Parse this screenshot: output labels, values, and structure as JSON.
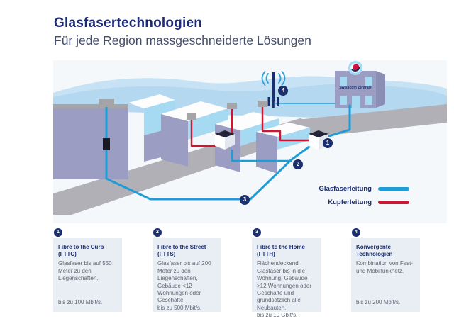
{
  "header": {
    "title": "Glasfasertechnologien",
    "subtitle": "Für jede Region massgeschneiderte Lösungen"
  },
  "diagram": {
    "central_office_label": "Swisscom Zentrale",
    "markers": [
      "1",
      "2",
      "3",
      "4"
    ],
    "legend": {
      "fiber": {
        "label": "Glasfaserleitung",
        "color": "#1f9cd6"
      },
      "copper": {
        "label": "Kupferleitung",
        "color": "#cf1630"
      }
    }
  },
  "colors": {
    "title_navy": "#1c2a78",
    "badge_navy": "#1b2f6e",
    "fiber_blue": "#1f9cd6",
    "copper_red": "#cf1630",
    "building_purple": "#9b9ec2",
    "window_blue": "#a6d9f2",
    "card_background": "#e9eef5"
  },
  "cards": [
    {
      "number": "1",
      "name": "Fibre to the Curb",
      "abbr": "(FTTC)",
      "desc": "Glasfaser bis auf 550 Meter zu den Liegenschaften.",
      "speed": "bis zu 100 Mbit/s."
    },
    {
      "number": "2",
      "name": "Fibre to the Street",
      "abbr": "(FTTS)",
      "desc": "Glasfaser bis auf 200 Meter zu den Liegenschaften, Gebäude <12 Wohnungen oder Geschäfte.",
      "speed": "bis zu 500 Mbit/s."
    },
    {
      "number": "3",
      "name": "Fibre to the Home",
      "abbr": "(FTTH)",
      "desc": "Flächendeckend Glasfaser bis in die Wohnung, Gebäude >12 Wohnungen oder Geschäfte und grundsätzlich alle Neubauten,",
      "speed": "bis zu 10 Gbit/s."
    },
    {
      "number": "4",
      "name": "Konvergente Technologien",
      "abbr": "",
      "desc": "Kombination von Fest- und Mobilfunknetz.",
      "speed": "bis zu 200 Mbit/s."
    }
  ]
}
